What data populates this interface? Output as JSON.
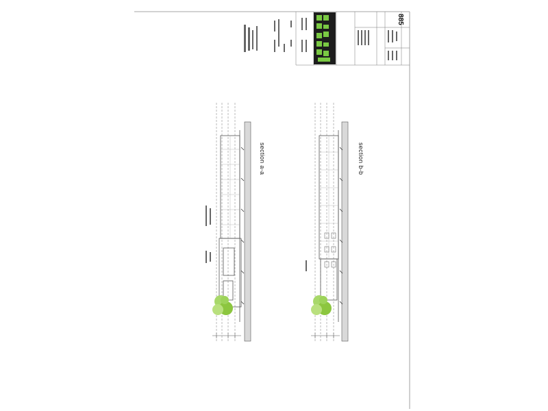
{
  "sections": [
    {
      "id": "a",
      "label": "section a-a"
    },
    {
      "id": "b",
      "label": "section b-b"
    }
  ],
  "title_block": {
    "drawing_number": "885"
  },
  "colors": {
    "line": "#555555",
    "hatch_fill": "#d9d9d9",
    "logo_green": "#7ac943",
    "tree_green": "#a8d86a",
    "paper": "#ffffff"
  }
}
